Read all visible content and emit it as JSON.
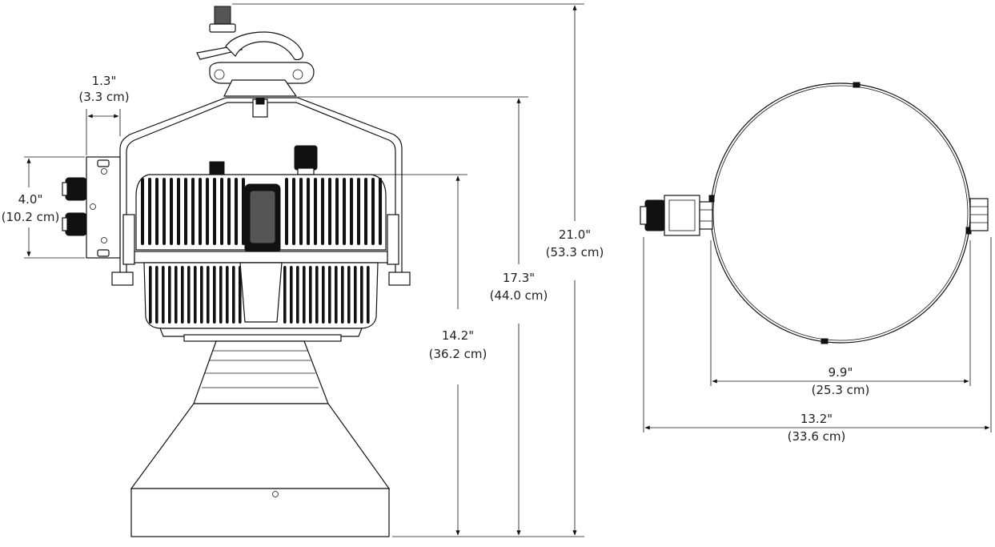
{
  "dimensions": {
    "connector_depth": {
      "imperial": "1.3\"",
      "metric": "(3.3 cm)"
    },
    "connector_height": {
      "imperial": "4.0\"",
      "metric": "(10.2 cm)"
    },
    "body_height": {
      "imperial": "14.2\"",
      "metric": "(36.2 cm)"
    },
    "yoke_height": {
      "imperial": "17.3\"",
      "metric": "(44.0 cm)"
    },
    "overall_height": {
      "imperial": "21.0\"",
      "metric": "(53.3 cm)"
    },
    "lens_diameter": {
      "imperial": "9.9\"",
      "metric": "(25.3 cm)"
    },
    "overall_width": {
      "imperial": "13.2\"",
      "metric": "(33.6 cm)"
    }
  }
}
